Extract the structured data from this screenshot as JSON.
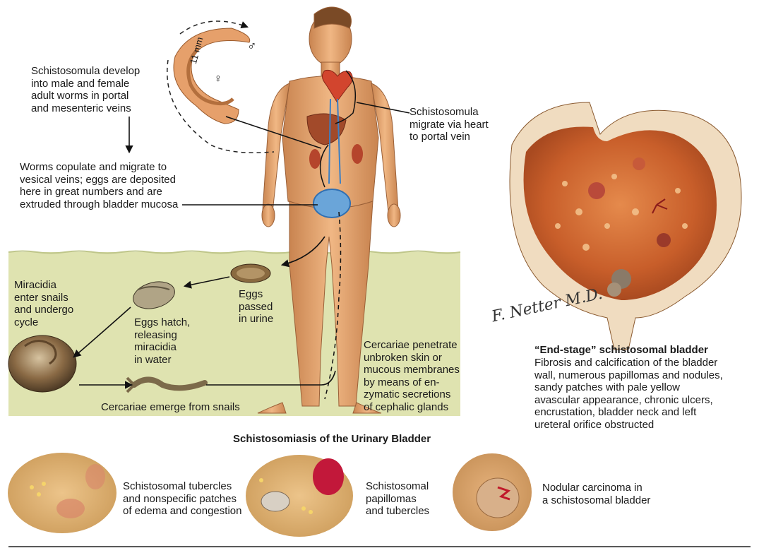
{
  "labels": {
    "worm_size": "11 mm",
    "male_symbol": "♂",
    "female_symbol": "♀",
    "develop": "Schistosomula develop\ninto male and female\nadult worms in portal\nand mesenteric veins",
    "copulate": "Worms copulate and migrate to\nvesical veins; eggs are deposited\nhere in great numbers and are\nextruded through bladder mucosa",
    "migrate": "Schistosomula\nmigrate via heart\nto portal vein",
    "miracidia_enter": "Miracidia\nenter snails\nand undergo\ncycle",
    "eggs_hatch": "Eggs hatch,\nreleasing\nmiracidia\nin water",
    "eggs_passed": "Eggs\npassed\nin urine",
    "cercariae_emerge": "Cercariae emerge from snails",
    "cercariae_penetrate": "Cercariae penetrate\nunbroken skin or\nmucous membranes\nby means of en-\nzymatic secretions\nof cephalic glands",
    "signature": "F. Netter M.D."
  },
  "end_stage": {
    "title": "“End-stage” schistosomal bladder",
    "description": "Fibrosis and calcification of the bladder\nwall, numerous papillomas and nodules,\nsandy patches with pale yellow\navascular appearance, chronic ulcers,\nencrustation, bladder neck and left\nureteral orifice obstructed"
  },
  "figure_title": "Schistosomiasis of the Urinary Bladder",
  "panels": [
    {
      "caption": "Schistosomal tubercles\nand nonspecific patches\nof edema and congestion"
    },
    {
      "caption": "Schistosomal\npapillomas\nand tubercles"
    },
    {
      "caption": "Nodular carcinoma in\na schistosomal bladder"
    }
  ],
  "colors": {
    "water": "#dfe3b0",
    "skin": "#e8a86e",
    "bladder": "#d9743a",
    "panel": "#e3b57a"
  }
}
